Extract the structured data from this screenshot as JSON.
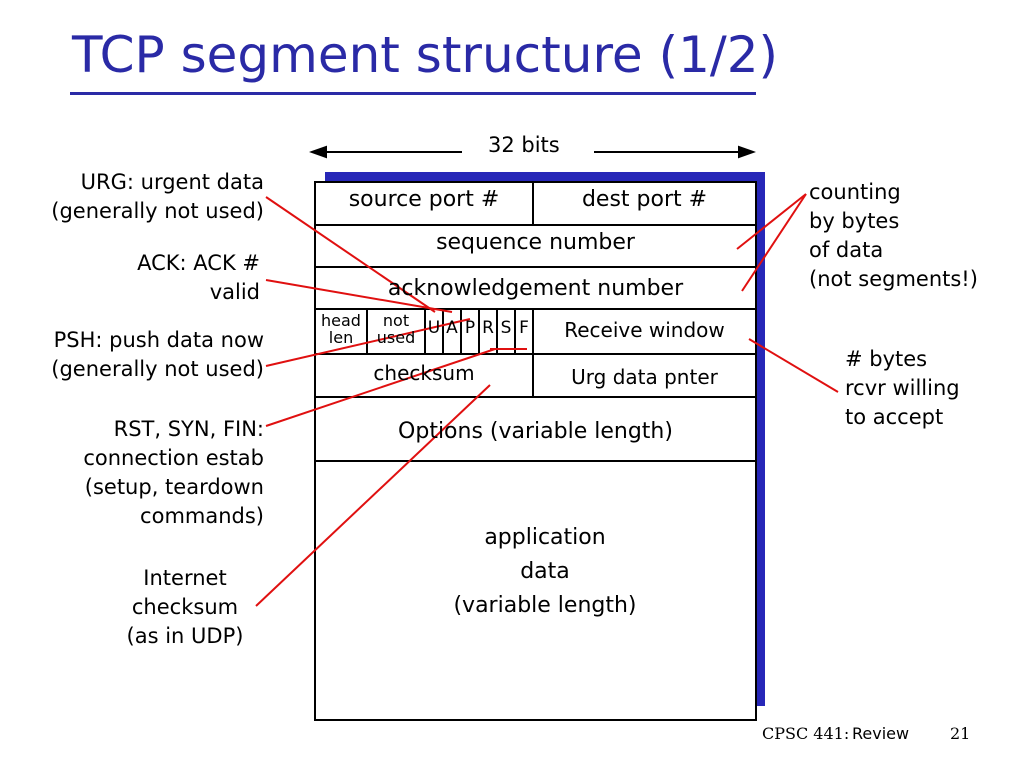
{
  "title": "TCP segment structure (1/2)",
  "width_label": "32 bits",
  "fields": {
    "source_port": "source port #",
    "dest_port": "dest port #",
    "sequence_number": "sequence number",
    "ack_number": "acknowledgement number",
    "head_len": [
      "head",
      "len"
    ],
    "not_used": [
      "not",
      "used"
    ],
    "flags": [
      "U",
      "A",
      "P",
      "R",
      "S",
      "F"
    ],
    "receive_window": "Receive window",
    "checksum": "checksum",
    "urg_pointer": "Urg data pnter",
    "options": "Options (variable length)",
    "app_data": [
      "application",
      "data",
      "(variable length)"
    ]
  },
  "annotations": {
    "urg": [
      "URG: urgent data",
      "(generally not used)"
    ],
    "ack": [
      "ACK: ACK #",
      "valid"
    ],
    "psh": [
      "PSH: push data now",
      "(generally not used)"
    ],
    "rst": [
      "RST, SYN, FIN:",
      "connection estab",
      "(setup, teardown",
      "commands)"
    ],
    "checksum": [
      "Internet",
      "checksum",
      "(as in UDP)"
    ],
    "counting": [
      "counting",
      "by bytes",
      "of data",
      "(not segments!)"
    ],
    "window": [
      "# bytes",
      "rcvr willing",
      "to accept"
    ]
  },
  "footer": {
    "course": "CPSC 441:",
    "topic": "Review",
    "page": "21"
  },
  "colors": {
    "title": "#2a2aa6",
    "shadow": "#2727b8",
    "leader_lines": "#e01010"
  }
}
